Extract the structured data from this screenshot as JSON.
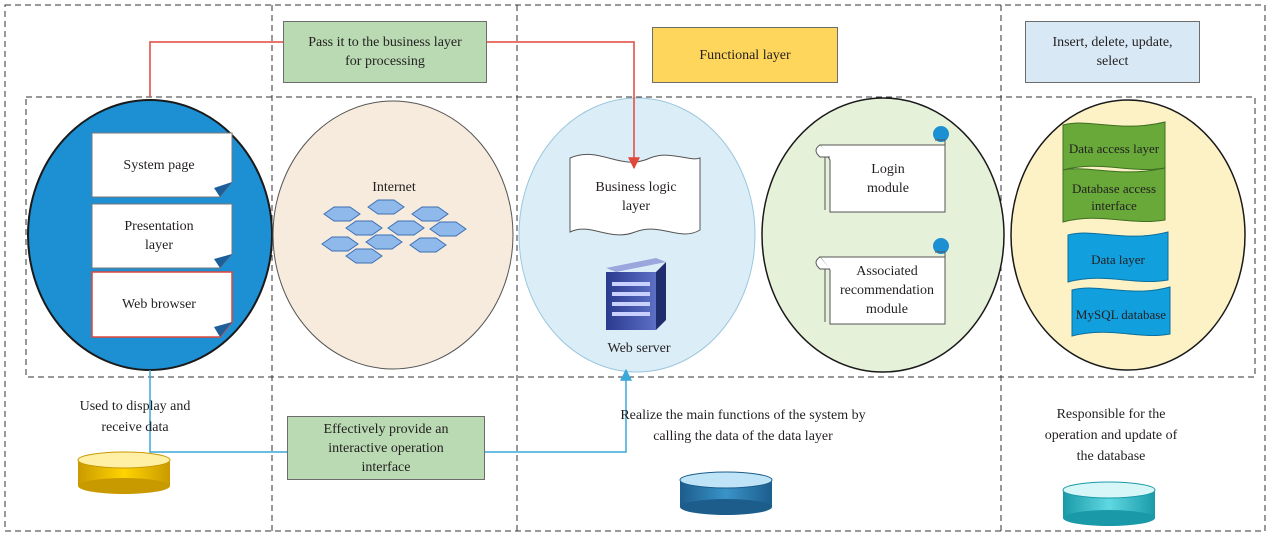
{
  "colors": {
    "red_arrow": "#e2473b",
    "blue_arrow": "#3aa8d8",
    "client_ellipse": "#1d8fd3",
    "internet_ellipse": "#f6ebdc",
    "web_server_ellipse": "#dbeef7",
    "modules_ellipse": "#e6f1da",
    "data_ellipse": "#fdf2c6",
    "green_note": "#b9dab2",
    "yellow_note": "#ffd65c",
    "blue_note": "#d8e9f5",
    "data_green": "#68a939",
    "data_blue": "#129fdd",
    "cyl_gold": "#f3c400",
    "cyl_steel": "#2d83b9",
    "cyl_cyan": "#2fc0cf"
  },
  "top_notes": {
    "business_layer": "Pass it to the business layer\nfor processing",
    "functional_layer": "Functional layer",
    "crud": "Insert, delete, update,\nselect"
  },
  "client": {
    "system_page": "System page",
    "presentation_layer": "Presentation\nlayer",
    "web_browser": "Web browser",
    "caption": "Used to display and\nreceive data"
  },
  "internet": {
    "label": "Internet"
  },
  "interface_note": "Effectively provide an\ninteractive operation\ninterface",
  "server": {
    "business_logic": "Business logic\nlayer",
    "web_server": "Web server",
    "caption": "Realize the main functions of the system by\ncalling the data of the data layer"
  },
  "modules": {
    "login": "Login\nmodule",
    "recommendation": "Associated\nrecommendation\nmodule"
  },
  "data": {
    "data_access_layer": "Data access layer",
    "database_access_interface": "Database access\ninterface",
    "data_layer": "Data layer",
    "mysql": "MySQL database",
    "caption": "Responsible for the\noperation and update of\nthe database"
  },
  "icons": {
    "network": "hexagon-network-icon",
    "server": "server-rack-icon",
    "db_client": "database-cylinder-icon",
    "db_server": "database-cylinder-icon",
    "db_data": "database-cylinder-icon"
  }
}
